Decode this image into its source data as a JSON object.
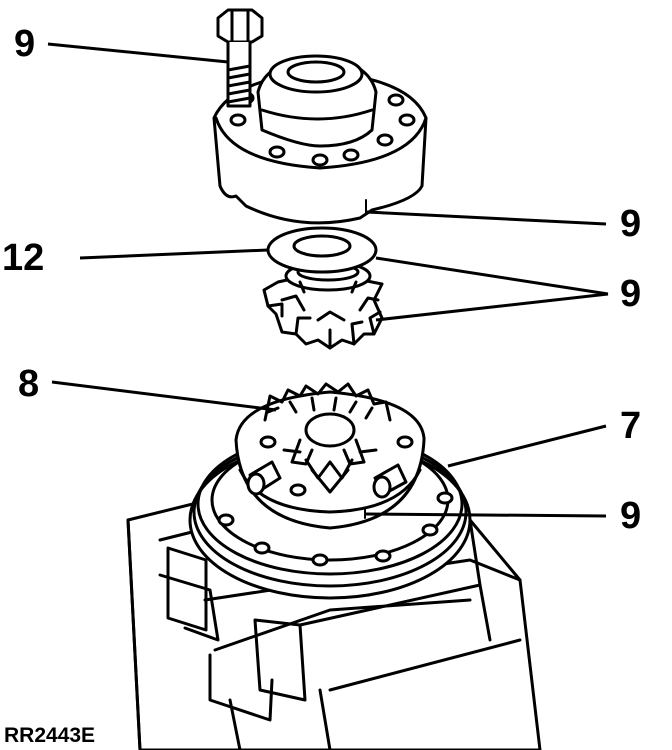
{
  "figure_code": "RR2443E",
  "callouts": {
    "bolt": "9",
    "case_cover_mark": "9",
    "thrust_washer": "12",
    "side_gear_mark": "9",
    "pinion_gears": "8",
    "ring_gear": "7",
    "case_mark": "9"
  }
}
